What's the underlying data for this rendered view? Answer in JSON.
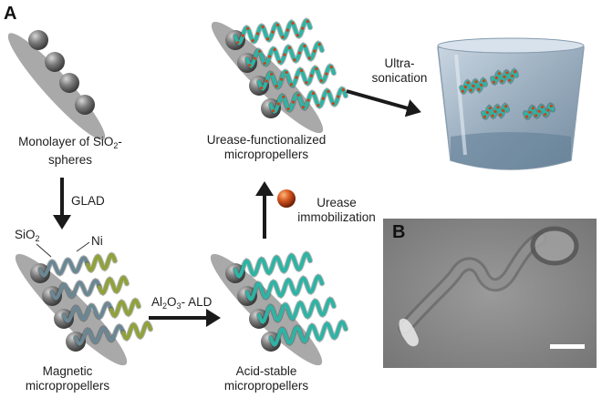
{
  "panels": {
    "a": "A",
    "b": "B"
  },
  "labels": {
    "monolayer_1": "Monolayer of SiO",
    "monolayer_sub": "2",
    "monolayer_2": "-",
    "monolayer_3": "spheres",
    "glad": "GLAD",
    "sio2_main": "SiO",
    "sio2_sub": "2",
    "ni": "Ni",
    "magnetic_1": "Magnetic",
    "magnetic_2": "micropropellers",
    "ald_a": "Al",
    "ald_a_sub": "2",
    "ald_b": "O",
    "ald_b_sub": "3",
    "ald_c": "- ALD",
    "acid_1": "Acid-stable",
    "acid_2": "micropropellers",
    "urease_1": "Urease",
    "urease_2": "immobilization",
    "urease_func_1": "Urease-functionalized",
    "urease_func_2": "micropropellers",
    "ultra_1": "Ultra-",
    "ultra_2": "sonication"
  },
  "colors": {
    "sphere": "#7a7a7a",
    "substrate": "#a9a9a9",
    "silica_helix": "#6b8793",
    "nickel_helix": "#8fa23b",
    "alumina_helix": "#2fb3a4",
    "urease_dot": "#c8441c",
    "arrow": "#1a1a1a",
    "beaker": "#9fb4c6",
    "tem_background": "#8a8a8a"
  },
  "icons": [
    "enzyme-sphere-icon",
    "scale-bar"
  ]
}
